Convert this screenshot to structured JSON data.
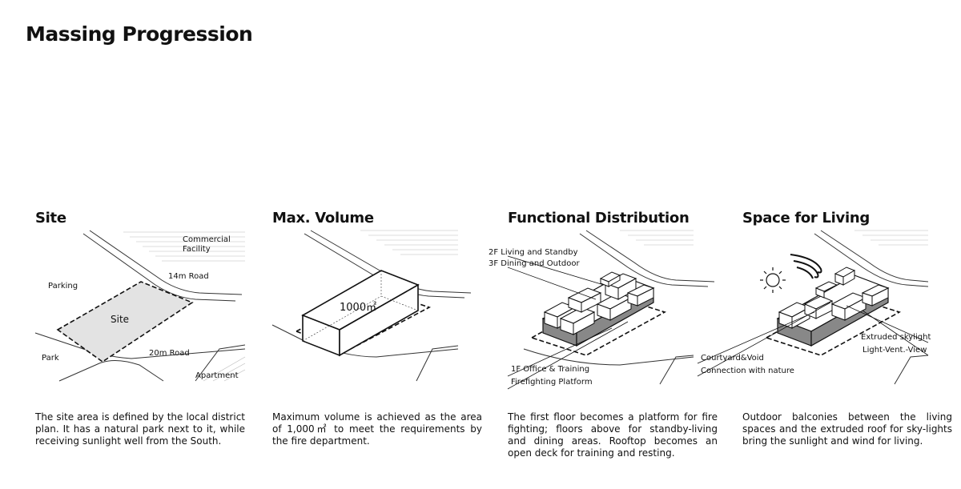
{
  "page": {
    "title": "Massing Progression"
  },
  "panels": [
    {
      "heading": "Site",
      "labels": {
        "commercial_1": "Commercial",
        "commercial_2": "Facility",
        "road14": "14m Road",
        "parking": "Parking",
        "site": "Site",
        "park": "Park",
        "road20": "20m Road",
        "apartment": "Apartment"
      },
      "description": "The site area is defined by the local district plan. It has a natural park next to it, while receiving sunlight well from the South."
    },
    {
      "heading": "Max. Volume",
      "labels": {
        "area": "1000㎡"
      },
      "description": "Maximum volume is achieved as the area of 1,000㎡ to meet the requirements by the fire department."
    },
    {
      "heading": "Functional Distribution",
      "labels": {
        "f2": "2F Living and Standby",
        "f3": "3F Dining and Outdoor",
        "f1": "1F Office & Training",
        "ff": "Firefighting Platform"
      },
      "description": "The first floor becomes a platform for fire fighting; floors above for standby-living and dining areas. Rooftop becomes an open deck for training and resting."
    },
    {
      "heading": "Space for Living",
      "labels": {
        "court": "Courtyard&Void",
        "conn": "Connection with nature",
        "sky": "Extruded skylight",
        "lvv": "Light-Vent.-View"
      },
      "description": "Outdoor balconies between the living spaces and the extruded roof for sky-lights bring the sunlight and wind for living."
    }
  ]
}
